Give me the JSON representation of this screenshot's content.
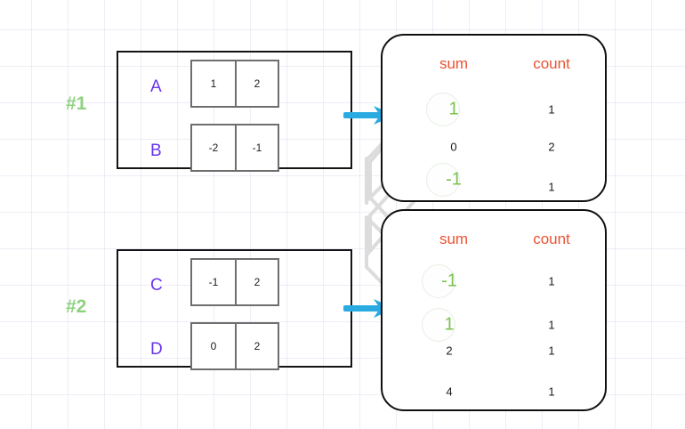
{
  "diagram": {
    "title": "two-phase aggregation sum/count diagram",
    "background": "#ffffff",
    "grid_color": "#e1deee",
    "colors": {
      "box_border": "#141414",
      "cell_border": "#6e6e6e",
      "row_label": "#6a35ee",
      "step_tag": "#8ed27f",
      "column_header": "#ea5232",
      "highlight_value": "#7cc24f",
      "arrow": "#29abe2",
      "connector": "#d9d9d9"
    }
  },
  "steps": [
    {
      "id": "step-1",
      "label": "#1"
    },
    {
      "id": "step-2",
      "label": "#2"
    }
  ],
  "input_groups": [
    {
      "id": "group-1",
      "rows": [
        {
          "label": "A",
          "values": [
            "1",
            "2"
          ]
        },
        {
          "label": "B",
          "values": [
            "-2",
            "-1"
          ]
        }
      ]
    },
    {
      "id": "group-2",
      "rows": [
        {
          "label": "C",
          "values": [
            "-1",
            "2"
          ]
        },
        {
          "label": "D",
          "values": [
            "0",
            "2"
          ]
        }
      ]
    }
  ],
  "panels": [
    {
      "id": "panel-1",
      "headers": {
        "sum": "sum",
        "count": "count"
      },
      "rows": [
        {
          "sum": "1",
          "count": "1",
          "highlighted": true
        },
        {
          "sum": "0",
          "count": "2",
          "highlighted": false
        },
        {
          "sum": "-1",
          "count": "1",
          "highlighted": true
        }
      ]
    },
    {
      "id": "panel-2",
      "headers": {
        "sum": "sum",
        "count": "count"
      },
      "rows": [
        {
          "sum": "-1",
          "count": "1",
          "highlighted": true
        },
        {
          "sum": "1",
          "count": "1",
          "highlighted": true
        },
        {
          "sum": "2",
          "count": "1",
          "highlighted": false
        },
        {
          "sum": "4",
          "count": "1",
          "highlighted": false
        }
      ]
    }
  ],
  "arrows": [
    {
      "id": "arrow-group-1-to-panel-1",
      "label": ""
    },
    {
      "id": "arrow-group-2-to-panel-2",
      "label": ""
    }
  ],
  "connectors": [
    {
      "id": "connector-p1-1-to-p2-1",
      "from": "panel-1 sum 1",
      "to": "panel-2 sum 1"
    },
    {
      "id": "connector-p1-neg1-to-p2-neg1",
      "from": "panel-1 sum -1",
      "to": "panel-2 sum -1"
    }
  ]
}
